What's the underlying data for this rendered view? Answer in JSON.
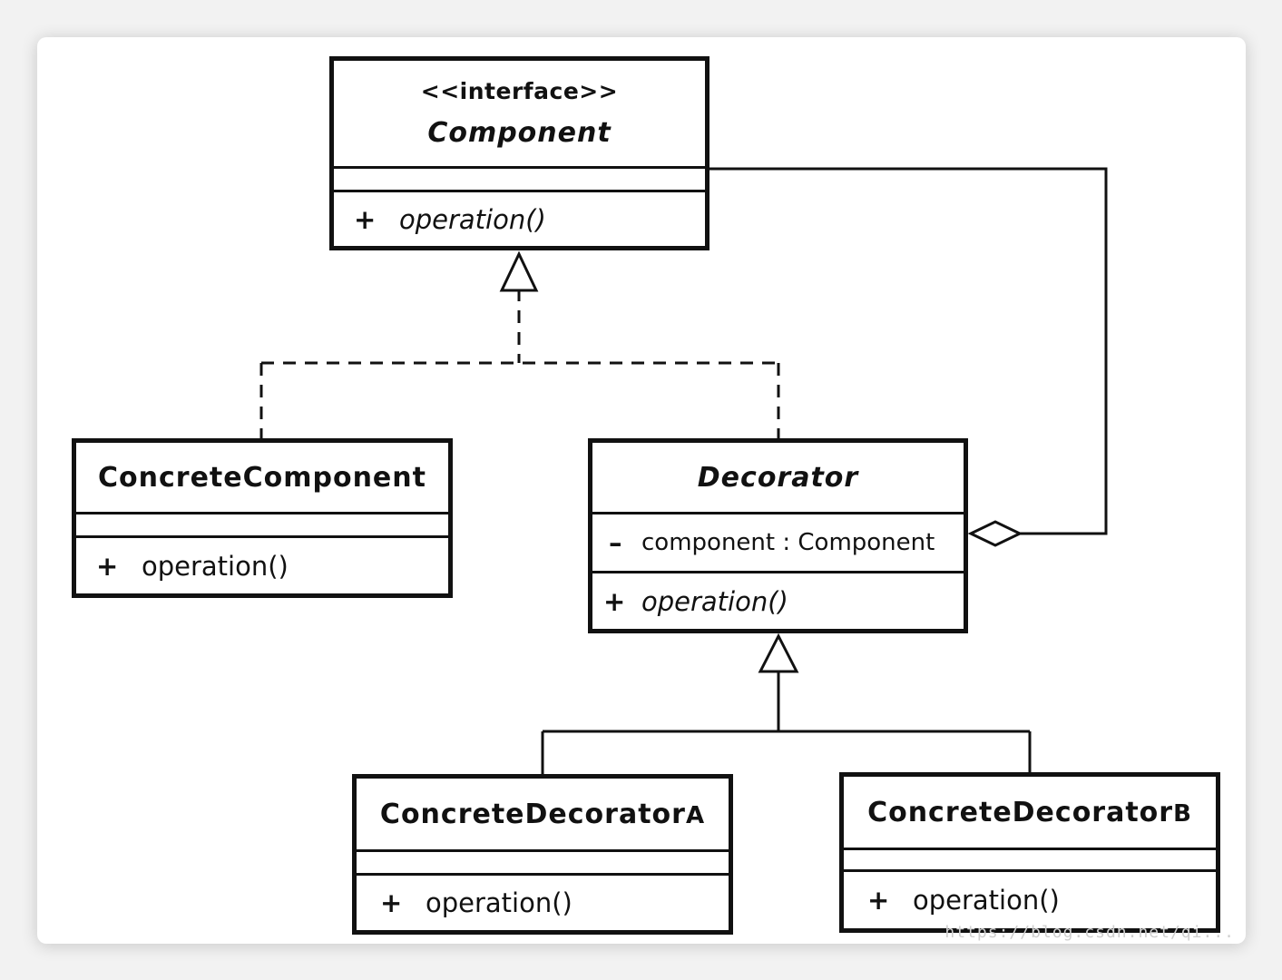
{
  "component": {
    "stereotype": "<<interface>>",
    "name": "Component",
    "op_visibility": "+",
    "op": "operation()"
  },
  "concrete_component": {
    "name": "ConcreteComponent",
    "op_visibility": "+",
    "op": "operation()"
  },
  "decorator": {
    "name": "Decorator",
    "attr_visibility": "–",
    "attr": "component : Component",
    "op_visibility": "+",
    "op": "operation()"
  },
  "concrete_decorator_a": {
    "name_main": "ConcreteDecorator",
    "name_suffix": "A",
    "op_visibility": "+",
    "op": "operation()"
  },
  "concrete_decorator_b": {
    "name_main": "ConcreteDecorator",
    "name_suffix": "B",
    "op_visibility": "+",
    "op": "operation()"
  },
  "watermark": "https://blog.csdn.net/qi...",
  "colors": {
    "line": "#111111",
    "background": "#ffffff",
    "page": "#f2f2f2"
  }
}
